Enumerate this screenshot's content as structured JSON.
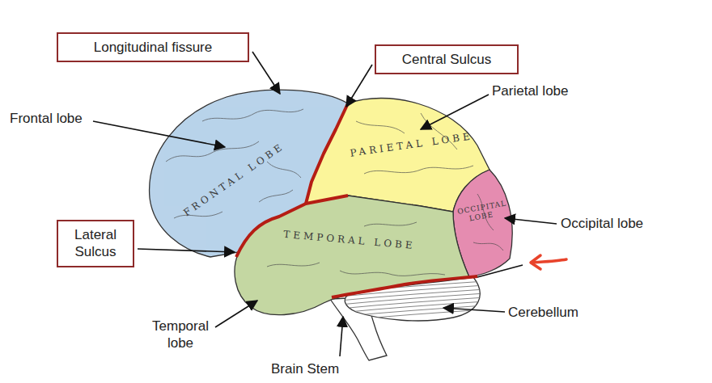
{
  "diagram": {
    "nodes": [
      {
        "text": [
          "Longitudinal fissure"
        ]
      },
      {
        "text": [
          "Central Sulcus"
        ]
      },
      {
        "text": [
          "Lateral Sulcus"
        ]
      }
    ],
    "labels": [
      "Frontal lobe",
      "FRONTAL LOBE",
      "PARIETAL LOBE",
      "Parietal lobe",
      "OCCIPITAL LOBE",
      "Occipital lobe",
      "TEMPORAL LOBE",
      "Temporal lobe",
      "Cerebellum",
      "Brain Stem"
    ]
  }
}
